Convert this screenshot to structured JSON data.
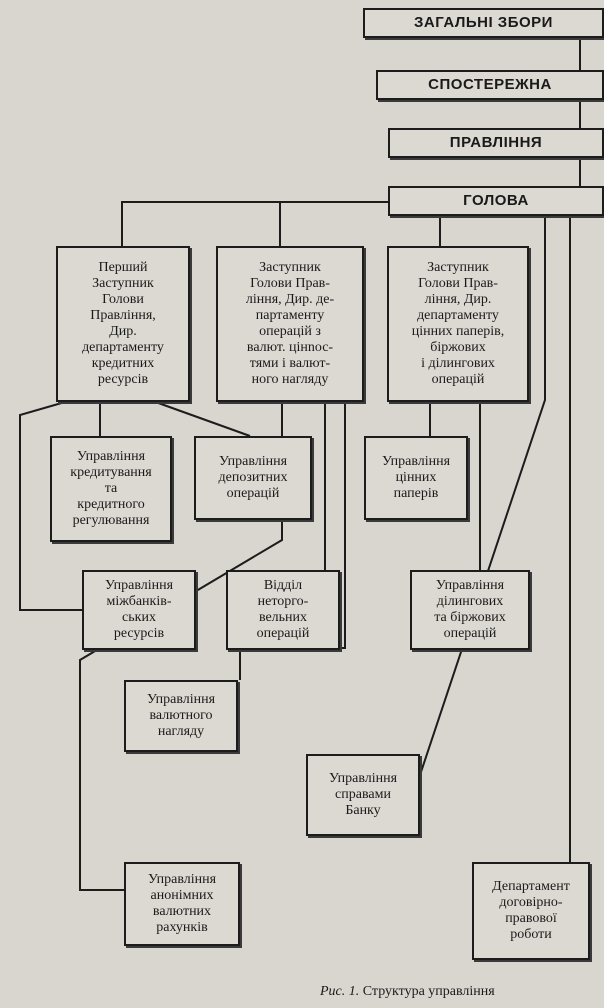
{
  "boxes": {
    "general_meeting": "ЗАГАЛЬНІ ЗБОРИ",
    "supervisory": "СПОСТЕРЕЖНА",
    "board": "ПРАВЛІННЯ",
    "chairman": "ГОЛОВА",
    "first_deputy": "Перший\nЗаступник\nГолови\nПравління,\nДир.\nдепартаменту\nкредитних\nресурсів",
    "deputy_currency": "Заступник\nГолови Прав-\nління, Дир. де-\nпартаменту\nоперацій з\nвалют. цінnос-\nтями і валют-\nного нагляду",
    "deputy_securities": "Заступник\nГолови Прав-\nління, Дир.\nдепартаменту\nцінних паперів,\nбіржових\nі ділингових\nоперацій",
    "credit_mgmt": "Управління\nкредитування\nта\nкредитного\nрегулювання",
    "deposit_mgmt": "Управління\nдепозитних\nоперацій",
    "securities_mgmt": "Управління\nцінних\nпаперів",
    "interbank_mgmt": "Управління\nміжбанків-\nських\nресурсів",
    "nontrade_dept": "Відділ\nнеторго-\nвельних\nоперацій",
    "dealing_mgmt": "Управління\nділингових\nта біржових\nоперацій",
    "currency_supervision": "Управління\nвалютного\nнагляду",
    "bank_affairs": "Управління\nсправами\nБанку",
    "anonymous_accounts": "Управління\nанонімних\nвалютних\nрахунків",
    "legal_dept": "Департамент\nдоговірно-\nправової\nроботи"
  },
  "caption": {
    "prefix": "Рис. 1.",
    "text": "Структура управління"
  }
}
